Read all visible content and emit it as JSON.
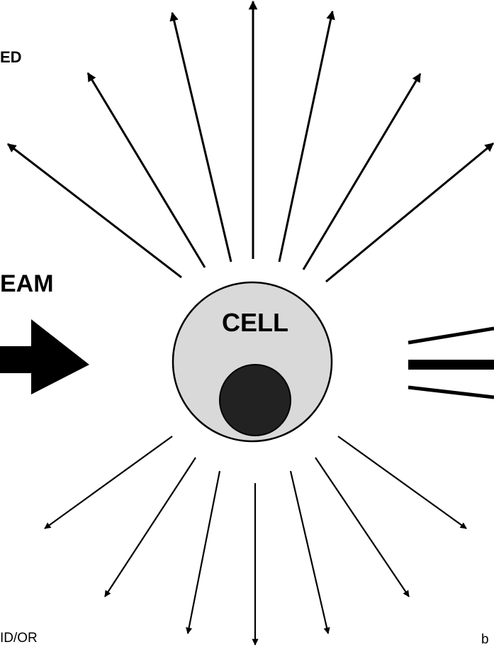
{
  "labels": {
    "top_left": "ED",
    "beam": "EAM",
    "cell": "CELL",
    "bottom_left": "ID/OR",
    "bottom_right": "b"
  },
  "colors": {
    "cell_fill": "#d9d9d9",
    "nucleus_fill": "#222222",
    "stroke": "#000000",
    "background": "#ffffff"
  }
}
